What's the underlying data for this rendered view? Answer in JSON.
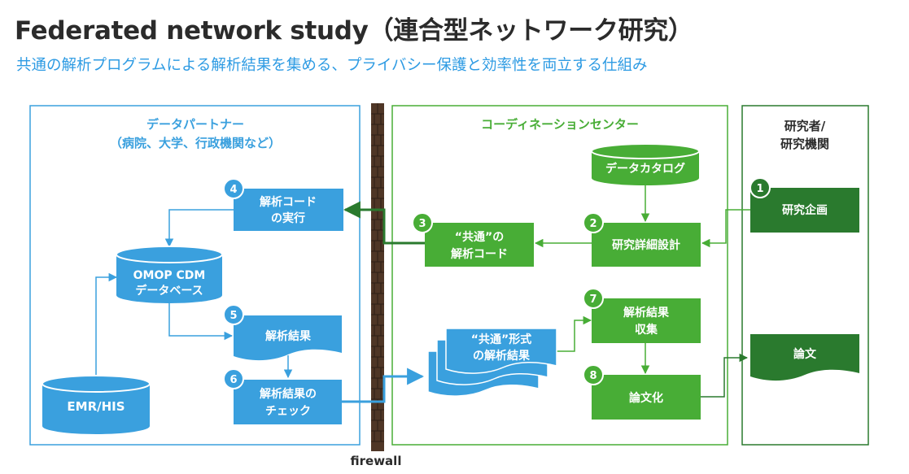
{
  "title": "Federated network study（連合型ネットワーク研究）",
  "subtitle": "共通の解析プログラムによる解析結果を集める、プライバシー保護と効率性を両立する仕組み",
  "colors": {
    "blue": "#3aa0de",
    "green": "#48ad36",
    "dark_green": "#2a7a2e",
    "firewall": "#5a4030",
    "text_dark": "#2b2b2b"
  },
  "sections": {
    "data_partner": {
      "title_line1": "データパートナー",
      "title_line2": "（病院、大学、行政機関など）"
    },
    "coordinating_center": {
      "title": "コーディネーションセンター"
    },
    "researcher": {
      "title_line1": "研究者/",
      "title_line2": "研究機関"
    }
  },
  "firewall_label": "firewall",
  "nodes": {
    "analysis_code_exec": {
      "number": "4",
      "line1": "解析コード",
      "line2": "の実行"
    },
    "omop_db": {
      "line1": "OMOP CDM",
      "line2": "データベース"
    },
    "analysis_result": {
      "number": "5",
      "line1": "解析結果"
    },
    "result_check": {
      "number": "6",
      "line1": "解析結果の",
      "line2": "チェック"
    },
    "emr_his": {
      "line1": "EMR/HIS"
    },
    "common_code": {
      "number": "3",
      "line1": "“共通”の",
      "line2": "解析コード"
    },
    "data_catalog": {
      "line1": "データカタログ"
    },
    "detailed_design": {
      "number": "2",
      "line1": "研究詳細設計"
    },
    "common_results": {
      "line1": "“共通”形式",
      "line2": "の解析結果"
    },
    "collect_results": {
      "number": "7",
      "line1": "解析結果",
      "line2": "収集"
    },
    "paper_writing": {
      "number": "8",
      "line1": "論文化"
    },
    "study_plan": {
      "number": "1",
      "line1": "研究企画"
    },
    "paper": {
      "line1": "論文"
    }
  }
}
